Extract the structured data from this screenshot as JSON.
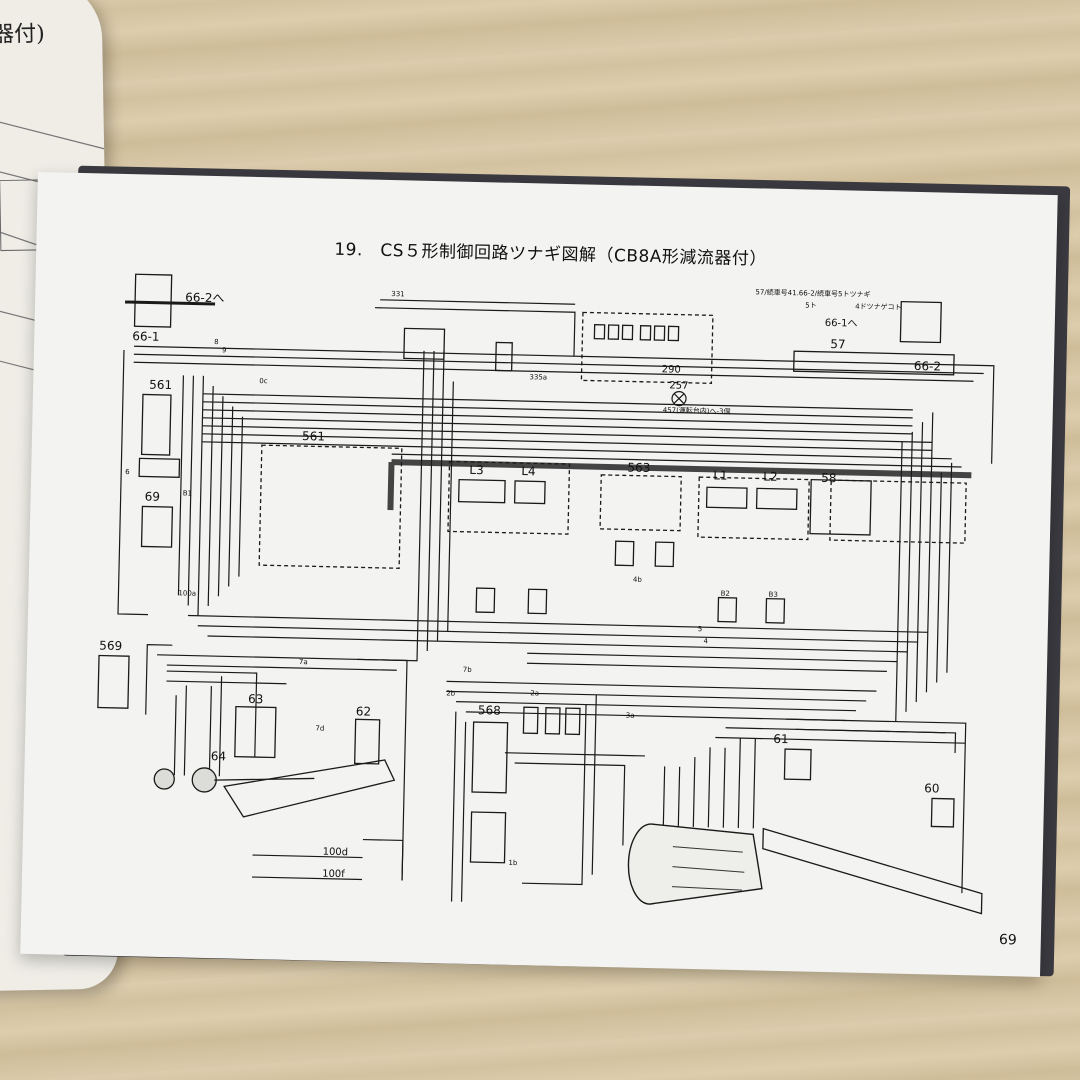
{
  "left_page": {
    "fragment": "器付)"
  },
  "page": {
    "title": "19.　CS５形制御回路ツナギ図解（CB8A形減流器付）",
    "page_number": "69"
  },
  "top_right_note": {
    "line1": "57/続車号41.66-2/続車号5トツナギ",
    "line2": "5ト",
    "line3": "4ドツナゲコト",
    "ref_66_1": "66-1へ"
  },
  "components": {
    "c66_2_left": "66-2へ",
    "c66_1": "66-1",
    "c561": "561",
    "c561j": "561",
    "c69": "69",
    "c569": "569",
    "c63": "63",
    "c62": "62",
    "c64": "64",
    "c568": "568",
    "c563": "563",
    "L3": "L3",
    "L4": "L4",
    "L1": "L1",
    "L2": "L2",
    "c58": "58",
    "c57": "57",
    "c66_2_right": "66-2",
    "c290": "290",
    "c257": "257",
    "note_457": "457(運転台内)へ-3個",
    "c61": "61",
    "c60": "60"
  },
  "wires": {
    "w331": "331",
    "w8": "8",
    "w9": "9",
    "w0c": "0c",
    "w335a": "335a",
    "w6": "6",
    "w100a": "100a",
    "w2b": "2b",
    "w2a": "2a",
    "w3a": "3a",
    "w7a": "7a",
    "w7b": "7b",
    "w7d": "7d",
    "w1b": "1b",
    "w4b": "4b",
    "w5": "5",
    "w4": "4",
    "wB1": "B1",
    "wB2": "B2",
    "wB3": "B3",
    "w100d": "100d",
    "w100f": "100f"
  }
}
